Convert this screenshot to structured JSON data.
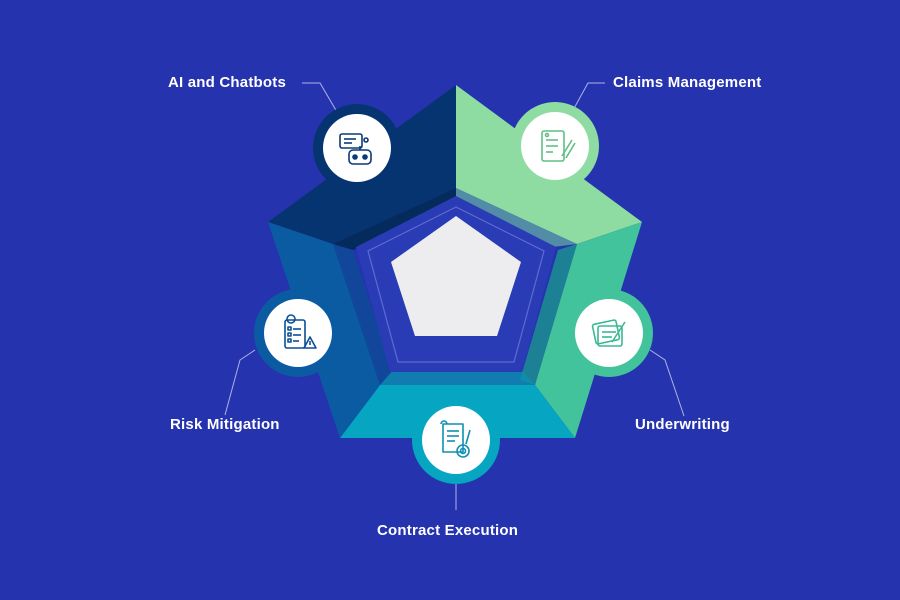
{
  "diagram": {
    "items": [
      {
        "id": "ai-chatbots",
        "label": "AI and Chatbots",
        "icon": "chatbot-icon",
        "color": "#063471"
      },
      {
        "id": "claims-management",
        "label": "Claims Management",
        "icon": "claim-document-icon",
        "color": "#8fdca3"
      },
      {
        "id": "underwriting",
        "label": "Underwriting",
        "icon": "underwriting-documents-icon",
        "color": "#43c39b"
      },
      {
        "id": "contract-execution",
        "label": "Contract Execution",
        "icon": "contract-scroll-icon",
        "color": "#06a5c2"
      },
      {
        "id": "risk-mitigation",
        "label": "Risk Mitigation",
        "icon": "risk-checklist-icon",
        "color": "#0b5ba3"
      }
    ],
    "colors": {
      "background": "#2633ae",
      "inner_ring": "#2a3bb6",
      "center_pentagon": "#ededf0",
      "leader_line": "#aeb3e6"
    }
  }
}
